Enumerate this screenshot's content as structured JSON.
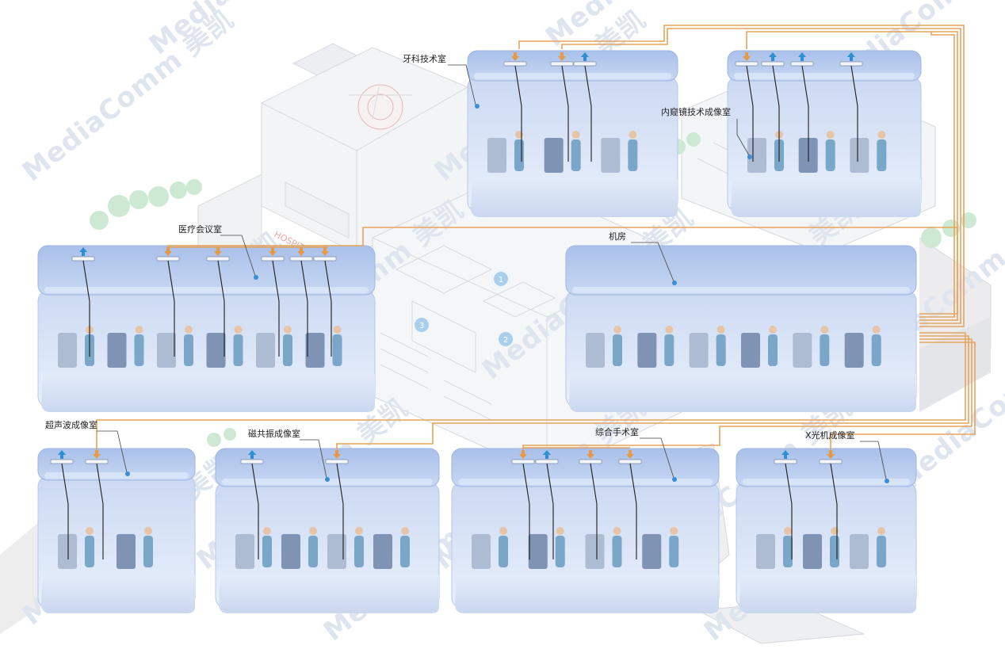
{
  "rooms": {
    "dental": "牙科技术室",
    "endoscopy": "内窥镜技术成像室",
    "conference": "医疗会议室",
    "server": "机房",
    "ultrasound": "超声波成像室",
    "mri": "磁共振成像室",
    "surgery": "综合手术室",
    "xray": "X光机成像室"
  },
  "background": {
    "hospital_sign": "HOSPITAL",
    "zone_markers": [
      "1",
      "2",
      "3"
    ]
  },
  "watermark": {
    "text": "MediaComm",
    "mark": "美凯",
    "registered": "®"
  },
  "colors": {
    "cable": "#e8a35b",
    "room": "#c6d6f2",
    "room_ceiling": "#b0c6ec",
    "arrow_up": "#2e8fd4",
    "arrow_down": "#e69a47",
    "pin": "#3a8ed8"
  }
}
